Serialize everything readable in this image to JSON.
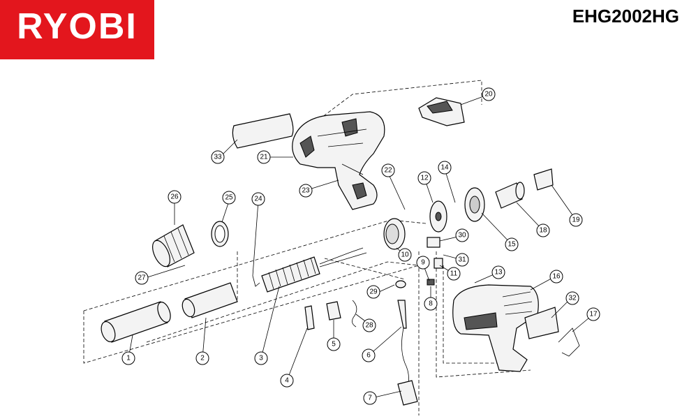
{
  "brand": "RYOBI",
  "model": "EHG2002HG",
  "colors": {
    "brand_red": "#e3161d"
  },
  "callouts": [
    "1",
    "2",
    "3",
    "4",
    "5",
    "6",
    "7",
    "8",
    "9",
    "10",
    "11",
    "12",
    "13",
    "14",
    "15",
    "16",
    "17",
    "18",
    "19",
    "20",
    "21",
    "22",
    "23",
    "24",
    "25",
    "26",
    "27",
    "28",
    "29",
    "30",
    "31",
    "32",
    "33"
  ]
}
